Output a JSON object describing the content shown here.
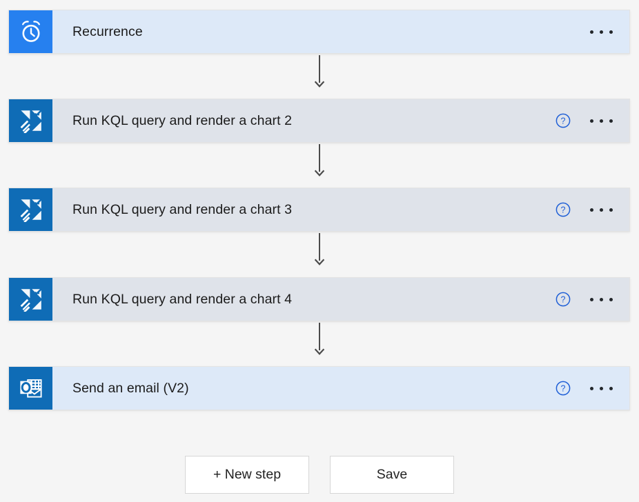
{
  "canvas": {
    "background_color": "#f5f5f5",
    "connector_color": "#4a4a4a"
  },
  "steps": [
    {
      "id": "recurrence",
      "title": "Recurrence",
      "icon": "alarm-clock-icon",
      "tile_color": "#2680ef",
      "card_color": "#dde9f8",
      "tone": "tone-blue",
      "tile_class": "tile-brand-recurrence",
      "has_help": false,
      "help_label": "?",
      "menu_label": "More commands"
    },
    {
      "id": "kql-chart-2",
      "title": "Run KQL query and render a chart 2",
      "icon": "azure-data-explorer-icon",
      "tile_color": "#0f6cb6",
      "card_color": "#dfe3ea",
      "tone": "tone-grey",
      "tile_class": "tile-brand-kusto",
      "has_help": true,
      "help_label": "?",
      "menu_label": "More commands"
    },
    {
      "id": "kql-chart-3",
      "title": "Run KQL query and render a chart 3",
      "icon": "azure-data-explorer-icon",
      "tile_color": "#0f6cb6",
      "card_color": "#dfe3ea",
      "tone": "tone-grey",
      "tile_class": "tile-brand-kusto",
      "has_help": true,
      "help_label": "?",
      "menu_label": "More commands"
    },
    {
      "id": "kql-chart-4",
      "title": "Run KQL query and render a chart 4",
      "icon": "azure-data-explorer-icon",
      "tile_color": "#0f6cb6",
      "card_color": "#dfe3ea",
      "tone": "tone-grey",
      "tile_class": "tile-brand-kusto",
      "has_help": true,
      "help_label": "?",
      "menu_label": "More commands"
    },
    {
      "id": "send-email-v2",
      "title": "Send an email (V2)",
      "icon": "outlook-icon",
      "tile_color": "#0f6cb6",
      "card_color": "#dde9f8",
      "tone": "tone-blue",
      "tile_class": "tile-brand-outlook",
      "has_help": true,
      "help_label": "?",
      "menu_label": "More commands"
    }
  ],
  "footer": {
    "new_step_label": "+ New step",
    "save_label": "Save"
  }
}
